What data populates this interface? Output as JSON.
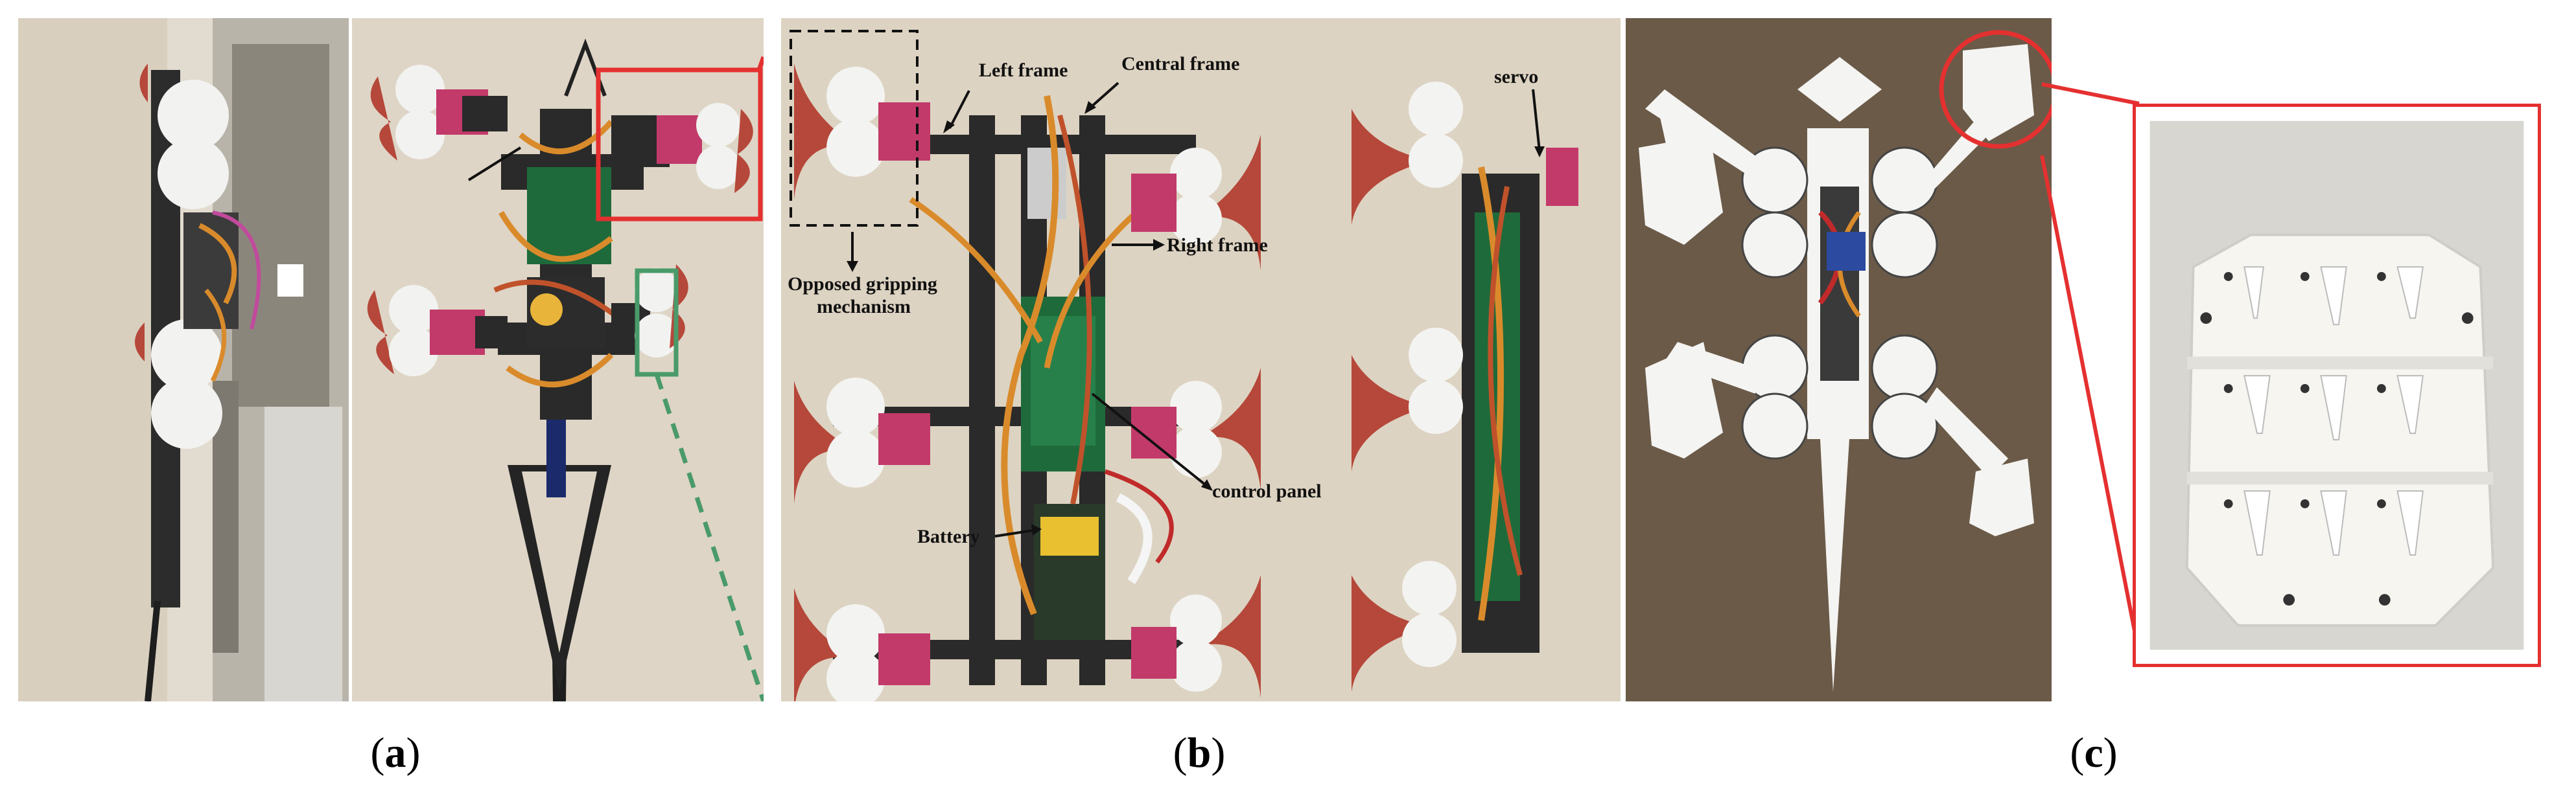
{
  "figure": {
    "panels": [
      {
        "id": "a",
        "label": "a"
      },
      {
        "id": "b",
        "label": "b"
      },
      {
        "id": "c",
        "label": "c"
      }
    ],
    "callouts_b": {
      "left_frame": "Left frame",
      "central_frame": "Central frame",
      "right_frame": "Right frame",
      "opposed_gripping_1": "Opposed gripping",
      "opposed_gripping_2": "mechanism",
      "control_panel": "control panel",
      "battery": "Battery",
      "servo": "servo"
    },
    "colors": {
      "wall": "#ddd3c2",
      "red_highlight": "#e53030",
      "green_highlight": "#4a9a6a",
      "carbon": "#2a2a2a",
      "board": "#1f6a3a",
      "claw": "#b5483a",
      "white_part": "#f4f4f2",
      "tabletop": "#6b5a48"
    }
  }
}
